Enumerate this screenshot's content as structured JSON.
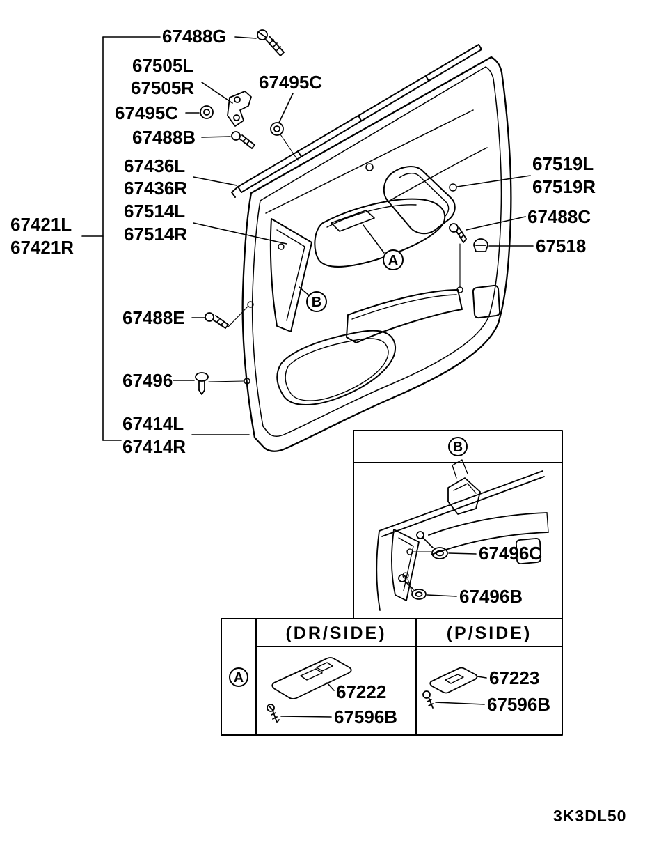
{
  "doc": {
    "code": "3K3DL50"
  },
  "markers": {
    "a": "A",
    "b": "B"
  },
  "table": {
    "col_dr": "(DR/SIDE)",
    "col_p": "(P/SIDE)"
  },
  "labels": {
    "67488G": "67488G",
    "67505L": "67505L",
    "67505R": "67505R",
    "67495C": "67495C",
    "67488B": "67488B",
    "67436L": "67436L",
    "67436R": "67436R",
    "67514L": "67514L",
    "67514R": "67514R",
    "67421L": "67421L",
    "67421R": "67421R",
    "67488E": "67488E",
    "67496": "67496",
    "67414L": "67414L",
    "67414R": "67414R",
    "67519L": "67519L",
    "67519R": "67519R",
    "67488C": "67488C",
    "67518": "67518",
    "67496C": "67496C",
    "67496B": "67496B",
    "67222": "67222",
    "67596B": "67596B",
    "67223": "67223"
  }
}
